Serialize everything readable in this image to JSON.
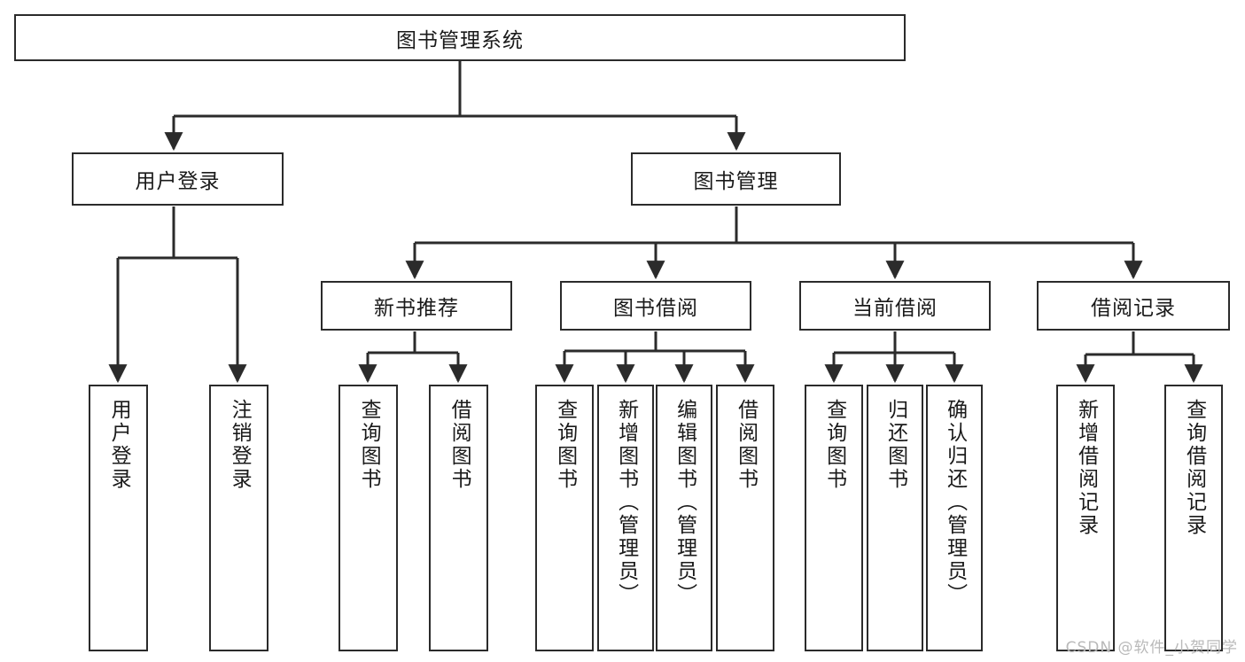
{
  "diagram": {
    "type": "tree-hierarchy",
    "title": "图书管理系统",
    "watermark": "CSDN @软件_小贺同学",
    "colors": {
      "stroke": "#2b2b2b",
      "fill": "#ffffff",
      "text": "#1a1a1a",
      "watermark": "#b9b9b9"
    },
    "root": {
      "label": "图书管理系统"
    },
    "level1": [
      {
        "label": "用户登录"
      },
      {
        "label": "图书管理"
      }
    ],
    "level2": [
      {
        "label": "新书推荐"
      },
      {
        "label": "图书借阅"
      },
      {
        "label": "当前借阅"
      },
      {
        "label": "借阅记录"
      }
    ],
    "leaves": {
      "user_login": [
        {
          "label": "用户登录"
        },
        {
          "label": "注销登录"
        }
      ],
      "new_book": [
        {
          "label": "查询图书"
        },
        {
          "label": "借阅图书"
        }
      ],
      "book_borrow": [
        {
          "label": "查询图书"
        },
        {
          "label": "新增图书（管理员）"
        },
        {
          "label": "编辑图书（管理员）"
        },
        {
          "label": "借阅图书"
        }
      ],
      "current_borrow": [
        {
          "label": "查询图书"
        },
        {
          "label": "归还图书"
        },
        {
          "label": "确认归还（管理员）"
        }
      ],
      "borrow_record": [
        {
          "label": "新增借阅记录"
        },
        {
          "label": "查询借阅记录"
        }
      ]
    }
  }
}
